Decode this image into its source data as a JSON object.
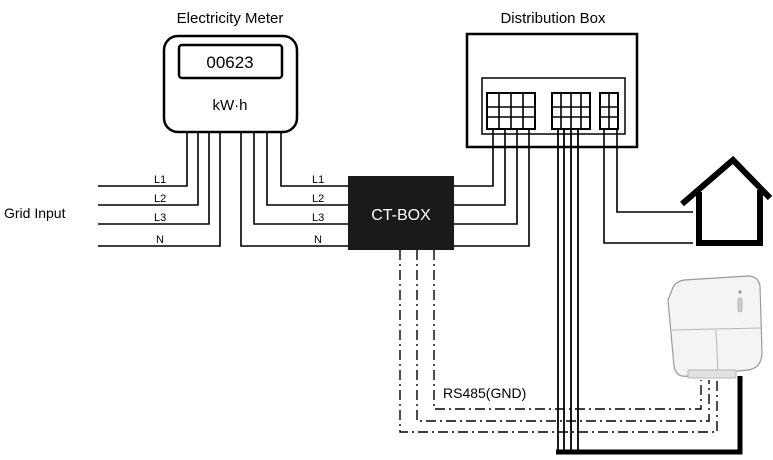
{
  "meter": {
    "title": "Electricity Meter",
    "reading": "00623",
    "unit": "kW·h"
  },
  "distribution_box": {
    "title": "Distribution Box"
  },
  "grid": {
    "label": "Grid Input",
    "phases_left": [
      "L1",
      "L2",
      "L3",
      "N"
    ],
    "phases_right": [
      "L1",
      "L2",
      "L3",
      "N"
    ]
  },
  "ct_box": {
    "label": "CT-BOX"
  },
  "rs485": {
    "label": "RS485(GND)"
  }
}
